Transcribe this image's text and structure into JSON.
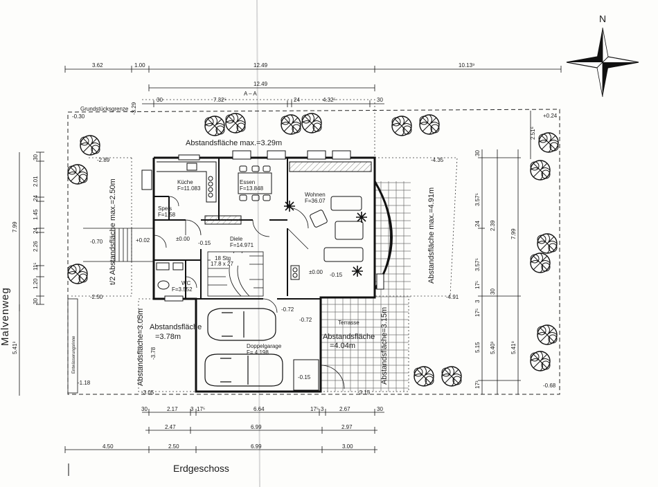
{
  "compass": {
    "label": "N"
  },
  "street": {
    "name": "Malvenweg"
  },
  "title": "Erdgeschoss",
  "section_marker": "A – A",
  "property_line_label": "Grundstücksgrenze",
  "drainage_label": "Entwässerungsrinne",
  "dims_top": {
    "d1": "3.62",
    "d2": "1.00",
    "d3": "12.49",
    "d4": "10.13⁹",
    "d5": "12.49",
    "s1": "30",
    "s2": "7.32⁵",
    "s3": "24",
    "s4": "4.32⁵",
    "s5": "30"
  },
  "dims_bottom": {
    "r1a": "30",
    "r1b": "2.17",
    "r1c": "3",
    "r1d": "17⁵",
    "r1e": "6.64",
    "r1f": "17⁵",
    "r1g": "3",
    "r1h": "2.67",
    "r1i": "30",
    "r2a": "2.47",
    "r2b": "6.99",
    "r2c": "2.97",
    "r3a": "4.50",
    "r3b": "2.50",
    "r3c": "6.99",
    "r3d": "3.00"
  },
  "dims_left": {
    "a": "30",
    "b": "2.01",
    "c": "24",
    "d": "1.45",
    "e": "24",
    "f": "2.26",
    "g": "11⁵",
    "h": "1.20",
    "i": "30",
    "j": "7.99",
    "k": "5.41³"
  },
  "dims_right": {
    "a": "30",
    "b": "3.57⁵",
    "c": "24",
    "d": "3.57⁵",
    "e": "17⁵",
    "f": "30",
    "g": "7.99",
    "h": "2.39",
    "i": "5.15",
    "j": "17³",
    "k": "5.40³",
    "l": "5.41⁸",
    "m": "2.51⁶",
    "n": "3",
    "o": "17⁵"
  },
  "levels": {
    "tl": "-0.30",
    "tr": "+0.24",
    "br": "-0.68",
    "bl": "-1.18",
    "l1": "-0.70",
    "l2": "+0.02",
    "l3": "±0.00",
    "l4": "-0.15",
    "l5": "±0.00",
    "l6": "-0.15",
    "g1": "-0.72",
    "g2": "-0.72",
    "g3": "-0.15",
    "m1": "-3.29",
    "m2": "-4.35",
    "m3": "-2.89",
    "m4": "-2.50",
    "m5": "-4.91",
    "m6": "-3.78",
    "m7": "-3.05",
    "m8": "-3.15"
  },
  "rooms": [
    {
      "name": "Küche",
      "area": "F=11.083"
    },
    {
      "name": "Essen",
      "area": "F=13.848"
    },
    {
      "name": "Wohnen",
      "area": "F=36.07"
    },
    {
      "name": "Speis",
      "area": "F=1.58"
    },
    {
      "name": "Diele",
      "area": "F=14.971"
    },
    {
      "name": "WC",
      "area": "F=3.552"
    },
    {
      "name": "Doppelgarage",
      "area": "F= 4.198"
    },
    {
      "name": "Terrasse",
      "area": ""
    }
  ],
  "stairs": {
    "steps": "18 Stg",
    "size": "17.8 x 27"
  },
  "setbacks": {
    "top": "Abstandsfläche max.=3.29m",
    "left": "t/2 Abstandsfläche max.=2.50m",
    "right": "Abstandsfläche max.=4.91m",
    "garage_left_v": "Abstandsfläche=3.05m",
    "garage_left_h1": "Abstandsfläche",
    "garage_left_h2": "=3.78m",
    "terrace_h1": "Abstandsfläche",
    "terrace_h2": "=4.04m",
    "terrace_v": "Abstandsfläche=3.15m"
  }
}
